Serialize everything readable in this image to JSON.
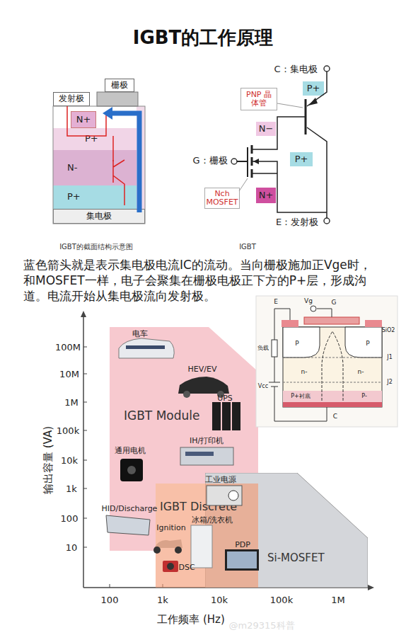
{
  "diagram": {
    "title": "IGBT的工作原理",
    "caption": "蓝色箭头就是表示集电极电流IC的流动。当向栅极施加正Vge时，和MOSFET一样，电子会聚集在栅极电极正下方的P+层，形成沟道。电流开始从集电极流向发射极。",
    "nodes": [
      {
        "text": [
          "发射极"
        ]
      },
      {
        "text": [
          "栅极"
        ]
      },
      {
        "text": [
          "N+"
        ]
      },
      {
        "text": [
          "P+"
        ]
      },
      {
        "text": [
          "N-"
        ]
      },
      {
        "text": [
          "P+"
        ]
      },
      {
        "text": [
          "集电极"
        ]
      },
      {
        "text": [
          "P+"
        ]
      },
      {
        "text": [
          "PNP 晶体管"
        ]
      },
      {
        "text": [
          "N−"
        ]
      },
      {
        "text": [
          "P+"
        ]
      },
      {
        "text": [
          "Nch MOSFET"
        ]
      },
      {
        "text": [
          "N+"
        ]
      },
      {
        "text": [
          "IGBT Module"
        ]
      },
      {
        "text": [
          "IGBT Discrete"
        ]
      },
      {
        "text": [
          "Si-MOSFET"
        ]
      }
    ],
    "labels": [
      "C：集电极",
      "G：栅极",
      "E：发射极",
      "IGBT的截面结构示意图",
      "IGBT",
      "100M",
      "10M",
      "1M",
      "100k",
      "10k",
      "1k",
      "100",
      "10",
      "输出容量 (VA)",
      "100",
      "1k",
      "10k",
      "100k",
      "1M",
      "工作频率 (Hz)",
      "电车",
      "HEV/EV",
      "UPS",
      "IH/打印机",
      "通用电机",
      "工业电源",
      "HID/Discharge",
      "Ignition",
      "冰箱/洗衣机",
      "PDP",
      "DSC",
      "E",
      "Vg",
      "G",
      "SiO2",
      "负载",
      "Vcc",
      "P",
      "P",
      "n-",
      "n-",
      "J1",
      "J2",
      "P+衬底",
      "P-",
      "C",
      "@m29315科普"
    ]
  }
}
